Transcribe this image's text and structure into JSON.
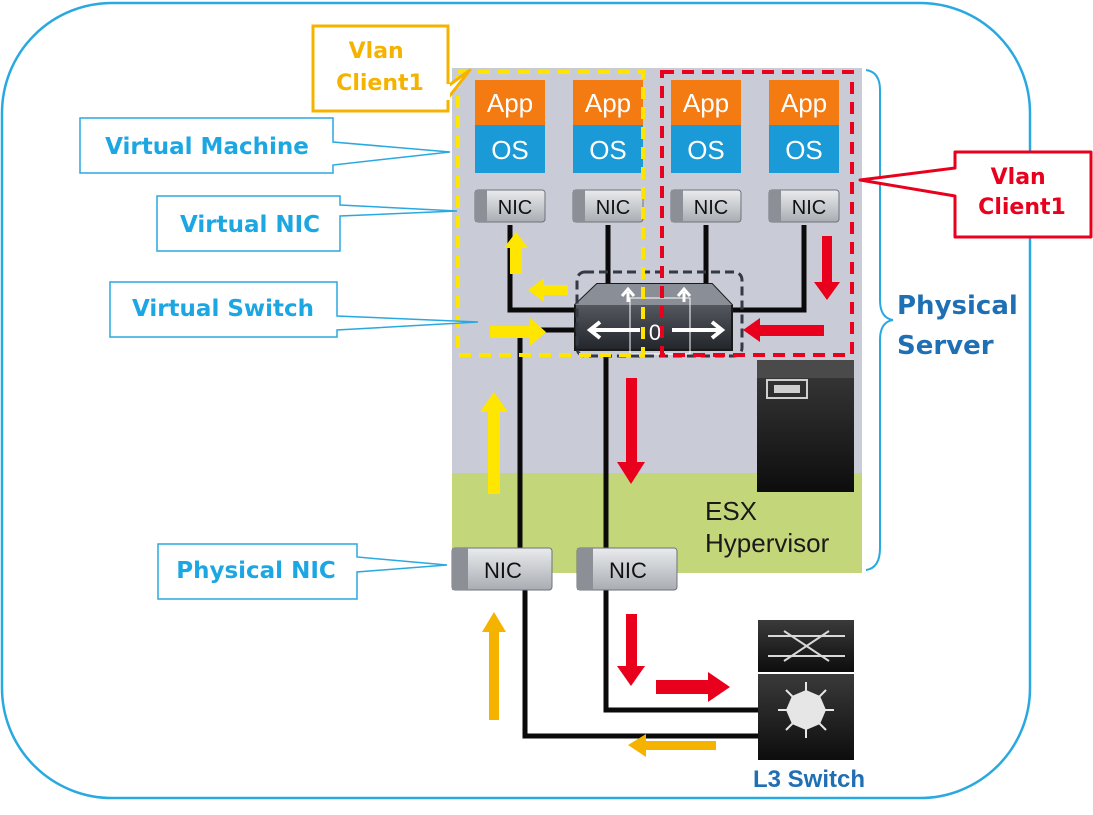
{
  "labels": {
    "vlan_yellow": [
      "Vlan",
      "Client1"
    ],
    "vlan_red": [
      "Vlan",
      "Client1"
    ],
    "virtual_machine": "Virtual Machine",
    "virtual_nic": "Virtual NIC",
    "virtual_switch": "Virtual Switch",
    "physical_nic": "Physical NIC",
    "physical_server": [
      "Physical",
      "Server"
    ],
    "esx": [
      "ESX",
      "Hypervisor"
    ],
    "l3_switch": "L3 Switch"
  },
  "vms": [
    {
      "app": "App",
      "os": "OS",
      "nic": "NIC"
    },
    {
      "app": "App",
      "os": "OS",
      "nic": "NIC"
    },
    {
      "app": "App",
      "os": "OS",
      "nic": "NIC"
    },
    {
      "app": "App",
      "os": "OS",
      "nic": "NIC"
    }
  ],
  "physical_nics": [
    "NIC",
    "NIC"
  ],
  "colors": {
    "outline": "#29a9e0",
    "callout_text": "#1ca7e3",
    "yellow": "#ffd700",
    "orange_label": "#f5b300",
    "red": "#e8001c",
    "app": "#f47a12",
    "os": "#1a9ad6",
    "server_bg": "#c9cbd6",
    "hypervisor_bg": "#c4d67a",
    "physical_server_text": "#1f6fb4"
  }
}
